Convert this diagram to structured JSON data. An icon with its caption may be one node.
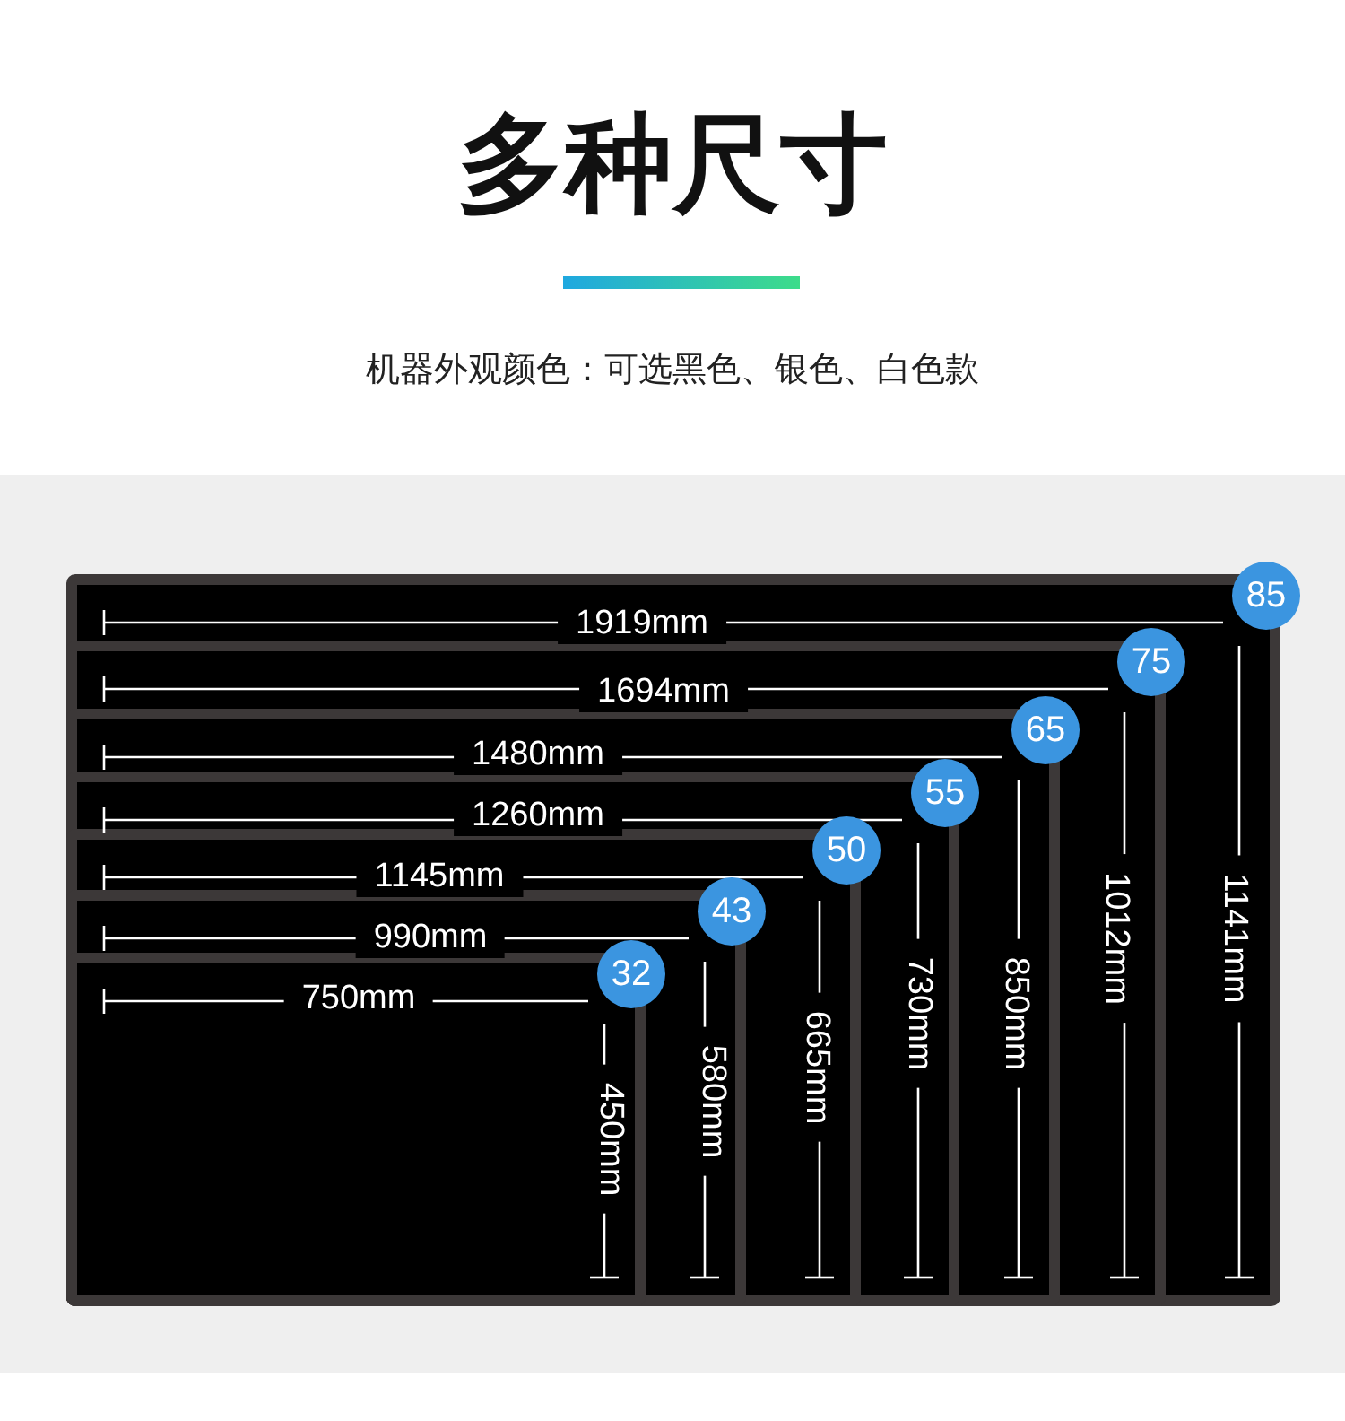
{
  "diagram": {
    "title": "多种尺寸",
    "caption": "机器外观颜色：可选黑色、银色、白色款",
    "nodes": [
      {
        "text": [
          "85"
        ]
      },
      {
        "text": [
          "75"
        ]
      },
      {
        "text": [
          "65"
        ]
      },
      {
        "text": [
          "55"
        ]
      },
      {
        "text": [
          "50"
        ]
      },
      {
        "text": [
          "43"
        ]
      },
      {
        "text": [
          "32"
        ]
      }
    ],
    "labels": [
      "1919mm",
      "1694mm",
      "1480mm",
      "1260mm",
      "1145mm",
      "990mm",
      "750mm",
      "450mm",
      "580mm",
      "665mm",
      "730mm",
      "850mm",
      "1012mm",
      "1141mm"
    ]
  }
}
